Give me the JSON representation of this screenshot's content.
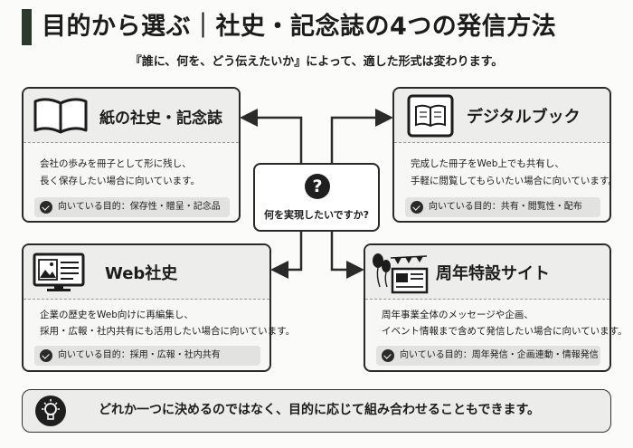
{
  "header": {
    "title": "目的から選ぶ｜社史・記念誌の4つの発信方法",
    "subtitle": "『誰に、何を、どう伝えたいか』によって、適した形式は変わります。"
  },
  "center": {
    "question_mark": "?",
    "text": "何を実現したいですか?"
  },
  "cards": {
    "paper": {
      "title": "紙の社史・記念誌",
      "desc1": "会社の歩みを冊子として形に残し、",
      "desc2": "長く保存したい場合に向いています。",
      "purpose": "向いている目的：保存性・贈呈・記念品"
    },
    "digital": {
      "title": "デジタルブック",
      "desc1": "完成した冊子をWeb上でも共有し、",
      "desc2": "手軽に閲覧してもらいたい場合に向いています。",
      "purpose": "向いている目的：共有・閲覧性・配布"
    },
    "web": {
      "title": "Web社史",
      "desc1": "企業の歴史をWeb向けに再編集し、",
      "desc2": "採用・広報・社内共有にも活用したい場合に向いています。",
      "purpose": "向いている目的：採用・広報・社内共有"
    },
    "anniversary": {
      "title": "周年特設サイト",
      "desc1": "周年事業全体のメッセージや企画、",
      "desc2": "イベント情報まで含めて発信したい場合に向いています。",
      "purpose": "向いている目的：周年発信・企画連動・情報発信"
    }
  },
  "footer": {
    "text": "どれか一つに決めるのではなく、目的に応じて組み合わせることもできます。"
  }
}
